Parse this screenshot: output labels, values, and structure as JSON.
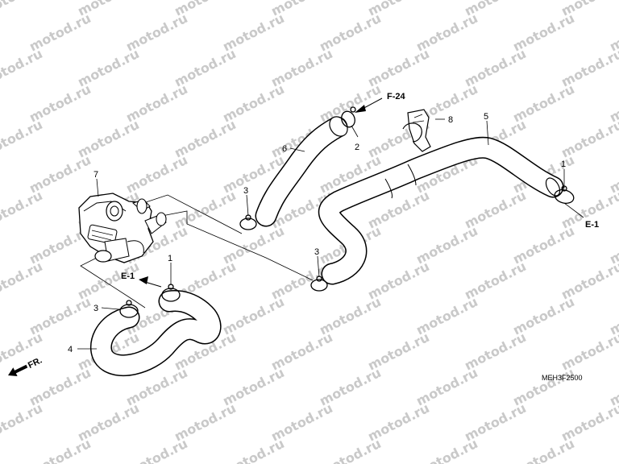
{
  "diagram": {
    "watermark_text": "motod.ru",
    "drawing_code": "MEH3F2500",
    "front_indicator": "FR.",
    "callouts": {
      "c1_right": "1",
      "c1_left": "1",
      "c2": "2",
      "c3_upper": "3",
      "c3_mid": "3",
      "c3_lower": "3",
      "c4": "4",
      "c5": "5",
      "c6": "6",
      "c7": "7",
      "c8": "8"
    },
    "references": {
      "f24": "F-24",
      "e1_right": "E-1",
      "e1_left": "E-1"
    }
  }
}
